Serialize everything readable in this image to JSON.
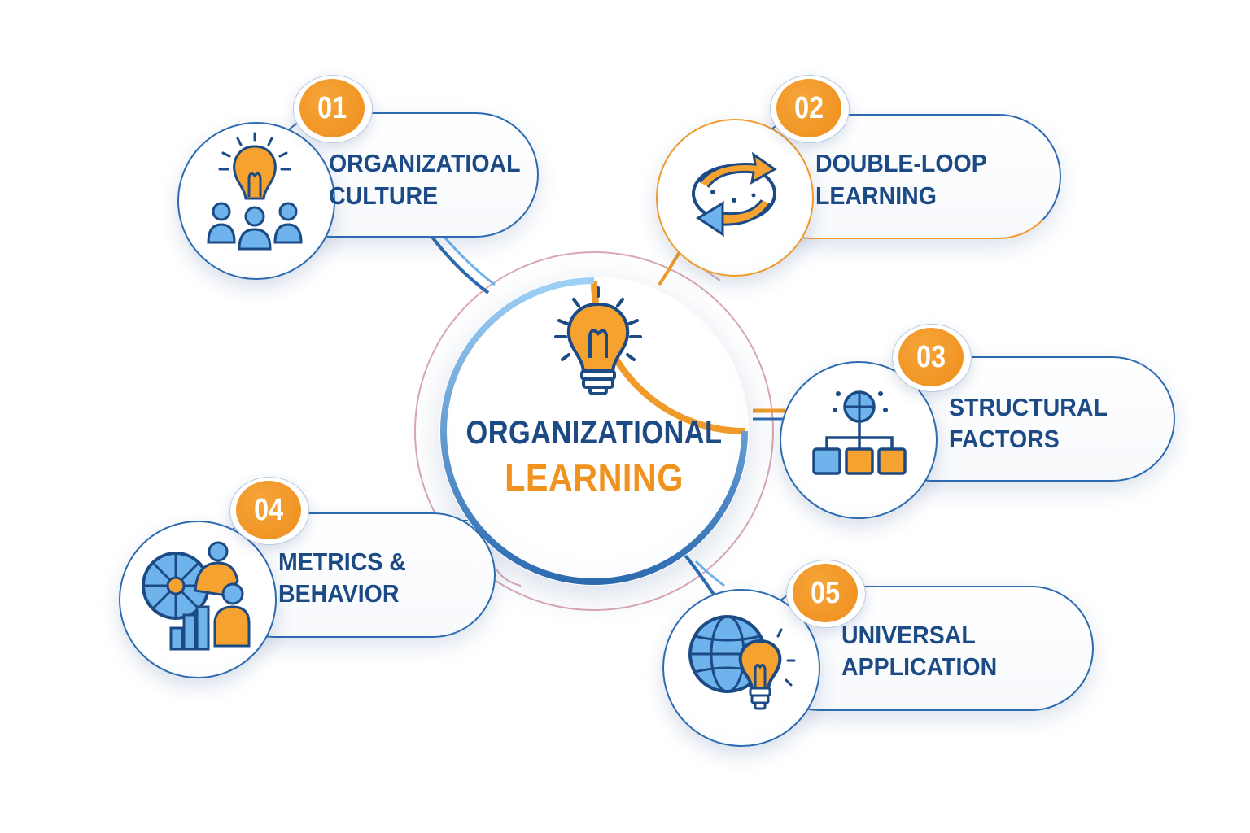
{
  "hub": {
    "title_line1": "ORGANIZATIONAL",
    "title_line2": "LEARNING",
    "icon": "lightbulb-icon"
  },
  "nodes": [
    {
      "number": "01",
      "line1": "ORGANIZATIOAL",
      "line2": "CULTURE",
      "icon": "team-lightbulb-icon"
    },
    {
      "number": "02",
      "line1": "DOUBLE-LOOP",
      "line2": "LEARNING",
      "icon": "loop-arrows-icon"
    },
    {
      "number": "03",
      "line1": "STRUCTURAL",
      "line2": "FACTORS",
      "icon": "org-chart-icon"
    },
    {
      "number": "04",
      "line1": "METRICS &",
      "line2": "BEHAVIOR",
      "icon": "metrics-people-icon"
    },
    {
      "number": "05",
      "line1": "UNIVERSAL",
      "line2": "APPLICATION",
      "icon": "globe-lightbulb-icon"
    }
  ],
  "colors": {
    "primary_blue": "#1b4a85",
    "line_blue": "#2d6bb0",
    "light_blue": "#6fb3ec",
    "accent_orange": "#ef9a2b",
    "soft_pink": "#d9a6b3",
    "background": "#ffffff"
  }
}
